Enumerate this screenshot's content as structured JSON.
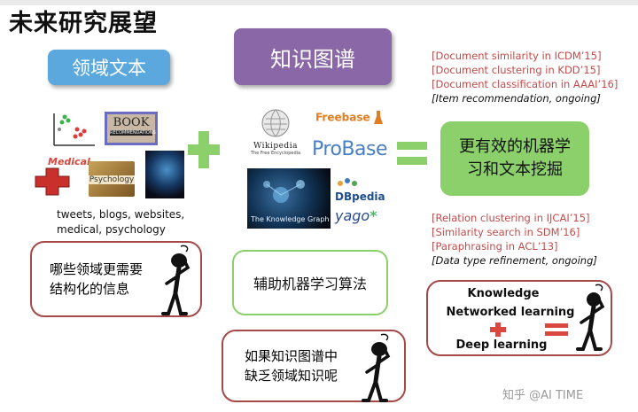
{
  "title": "未来研究展望",
  "boxes": {
    "domain_text": "领域文本",
    "knowledge_graph": "知识图谱",
    "effective_ml_line1": "更有效的机器学",
    "effective_ml_line2": "习和文本挖掘",
    "assisted_ml": "辅助机器学习算法"
  },
  "questions": {
    "q1_line1": "哪些领域更需要",
    "q1_line2": "结构化的信息",
    "q2_line1": "如果知识图谱中",
    "q2_line2": "缺乏领域知识呢"
  },
  "sources": {
    "tweets_line1": "tweets, blogs, websites,",
    "tweets_line2": "medical, psychology",
    "book_line1": "BOOK",
    "book_line2": "RECOMMENDATIONS",
    "medical": "Medical",
    "psychology": "Psychology",
    "wikipedia": "Wikipedia",
    "wikipedia_sub": "The Free Encyclopedia",
    "freebase": "Freebase",
    "probase": "ProBase",
    "knowledge_graph_img": "The Knowledge Graph",
    "dbpedia": "DBpedia",
    "yago": "yago"
  },
  "refs_top": [
    "[Document similarity in ICDM’15]",
    "[Document clustering in KDD’15]",
    "[Document classification in AAAI’16]"
  ],
  "refs_top_italic": "[Item recommendation, ongoing]",
  "refs_bottom": [
    "[Relation clustering in IJCAI’15]",
    "[Similarity search in SDM’16]",
    "[Paraphrasing in ACL’13]"
  ],
  "refs_bottom_italic": "[Data type refinement, ongoing]",
  "knowledge_box": {
    "line1": "Knowledge",
    "line2": "Networked learning",
    "line3": "Deep learning"
  },
  "watermark": "知乎 @AI TIME",
  "colors": {
    "blue": "#5aa8dd",
    "purple": "#8a68a7",
    "green": "#8bd06a",
    "ref_red": "#c54a4a",
    "border_red": "#a64848",
    "plus_red": "#d9473f"
  }
}
